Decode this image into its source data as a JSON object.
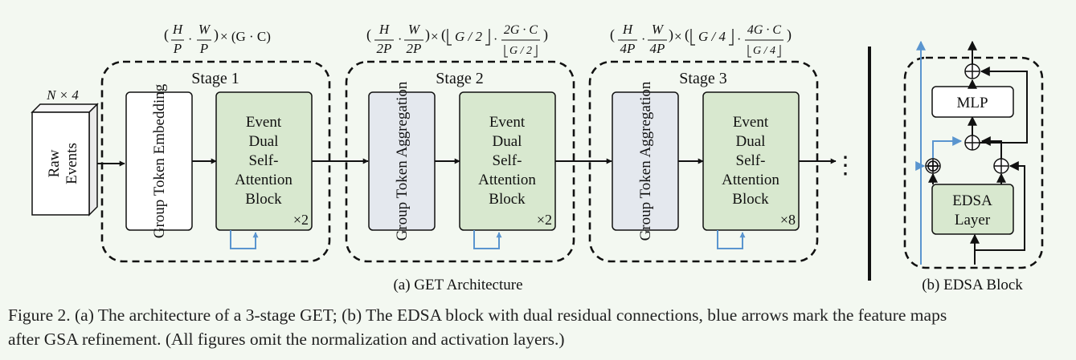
{
  "input": {
    "dims": "N × 4",
    "label_line1": "Raw",
    "label_line2": "Events"
  },
  "stages": [
    {
      "title": "Stage 1",
      "first_block": "Group Token Embedding",
      "edsa_lines": [
        "Event",
        "Dual",
        "Self-",
        "Attention",
        "Block"
      ],
      "repeat": "×2",
      "shape": {
        "f1_num": "H",
        "f1_den": "P",
        "f2_num": "W",
        "f2_den": "P",
        "tail": "× (G · C)"
      }
    },
    {
      "title": "Stage 2",
      "first_block": "Group Token Aggregation",
      "edsa_lines": [
        "Event",
        "Dual",
        "Self-",
        "Attention",
        "Block"
      ],
      "repeat": "×2",
      "shape": {
        "f1_num": "H",
        "f1_den": "2P",
        "f2_num": "W",
        "f2_den": "2P",
        "floor_text": "G / 2",
        "f3_num": "2G · C",
        "f3_den": "G / 2"
      }
    },
    {
      "title": "Stage 3",
      "first_block": "Group Token Aggregation",
      "edsa_lines": [
        "Event",
        "Dual",
        "Self-",
        "Attention",
        "Block"
      ],
      "repeat": "×8",
      "shape": {
        "f1_num": "H",
        "f1_den": "4P",
        "f2_num": "W",
        "f2_den": "4P",
        "floor_text": "G / 4",
        "f3_num": "4G · C",
        "f3_den": "G / 4"
      }
    }
  ],
  "ellipsis": "⋮",
  "arch_label": "(a)  GET Architecture",
  "edsa_block": {
    "label": "(b) EDSA Block",
    "mlp": "MLP",
    "layer_line1": "EDSA",
    "layer_line2": "Layer",
    "plus_glyph": "⊕"
  },
  "caption": {
    "line1": "Figure 2.  (a) The architecture of a 3-stage GET; (b) The EDSA block with dual residual connections, blue arrows mark the feature maps",
    "line2": "after GSA refinement. (All figures omit the normalization and activation layers.)"
  },
  "colors": {
    "background": "#f3f8f1",
    "edsa_green": "#d8e8cf",
    "aggregation_gray": "#e4e8ee",
    "embedding_white": "#ffffff",
    "residual_blue": "#5a95cf",
    "line_black": "#111111"
  }
}
